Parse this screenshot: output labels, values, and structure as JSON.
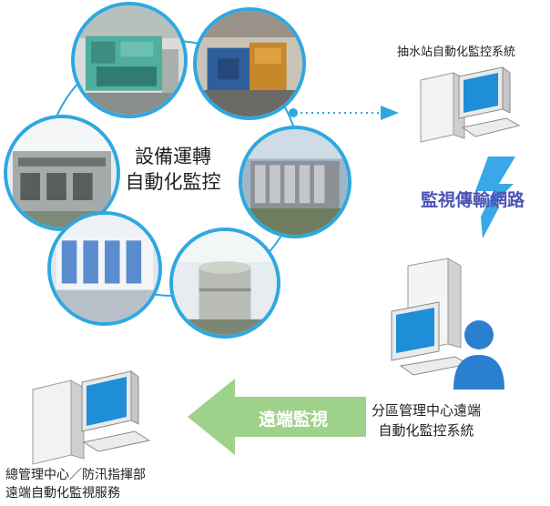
{
  "center": {
    "line1": "設備運轉",
    "line2": "自動化監控"
  },
  "pump_station": {
    "label": "抽水站自動化監控系統"
  },
  "network": {
    "label": "監視傳輸網路"
  },
  "district_center": {
    "line1": "分區管理中心遠端",
    "line2": "自動化監控系統"
  },
  "remote": {
    "arrow_label": "遠端監視"
  },
  "headquarters": {
    "line1": "總管理中心／防汛指揮部",
    "line2": "遠端自動化監視服務"
  },
  "colors": {
    "ring": "#2ea8e0",
    "network_text": "#4a54b5",
    "arrow_green": "#9ed28a",
    "lightning": "#3aa8e8",
    "screen": "#1e8ed8"
  },
  "icons": [
    "pc-icon",
    "lightning-icon",
    "user-icon",
    "arrow-left-icon",
    "dotted-arrow-icon"
  ]
}
